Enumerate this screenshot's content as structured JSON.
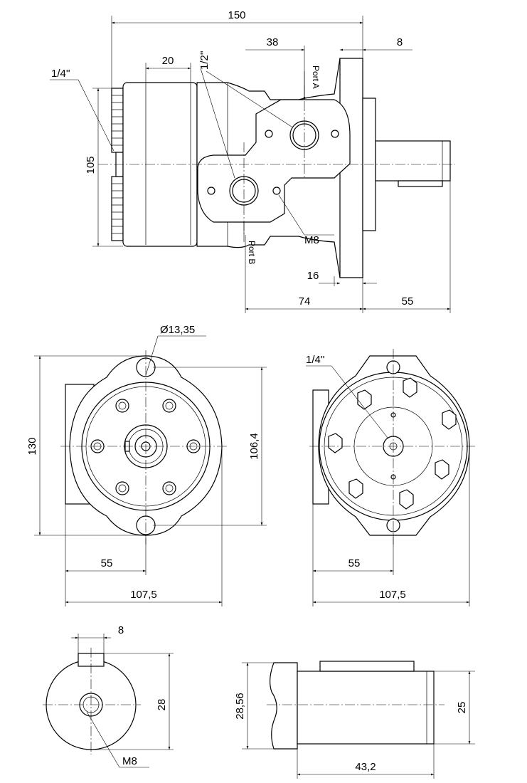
{
  "side_view": {
    "dim_overall_length": "150",
    "dim_port_a_to_flange": "38",
    "dim_flange_thickness": "8",
    "dim_end_cap": "20",
    "dim_height": "105",
    "dim_flange_to_port_b": "16",
    "dim_port_b_to_flange": "74",
    "dim_shaft_length": "55",
    "thread_drain": "1/4''",
    "thread_port": "1/2''",
    "thread_mount": "M8",
    "port_a_label": "Port A",
    "port_b_label": "Port B"
  },
  "front_view": {
    "dim_hole_dia": "Ø13,35",
    "dim_height": "130",
    "dim_bolt_circle": "106,4",
    "dim_center": "55",
    "dim_width": "107,5"
  },
  "rear_view": {
    "thread_drain": "1/4''",
    "dim_center": "55",
    "dim_width": "107,5"
  },
  "shaft_end_view": {
    "dim_key_width": "8",
    "dim_key_height": "28",
    "thread_center": "M8"
  },
  "shaft_side_view": {
    "dim_shaft_dia": "28,56",
    "dim_key_depth": "25",
    "dim_shaft_length": "43,2"
  }
}
